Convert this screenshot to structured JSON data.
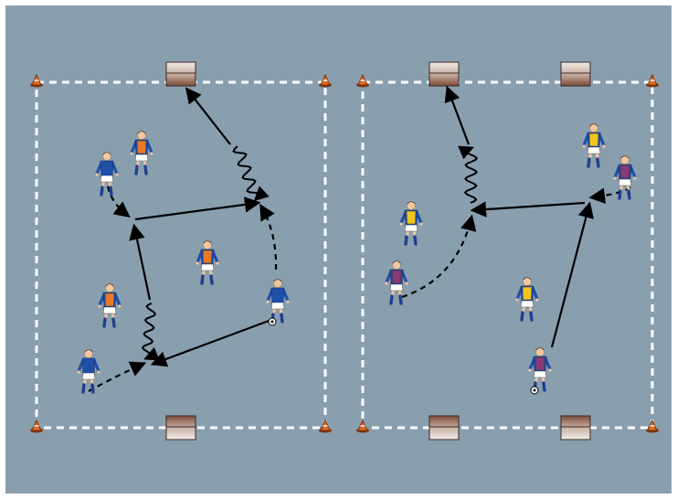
{
  "colors": {
    "pitch": "#8a9fae",
    "pitch_border": "#ffffff",
    "field_line": "#ffffff",
    "arrow": "#000000",
    "cone": "#e06a1e",
    "goal_top": "#8a5a47",
    "goal_bottom": "#e9e2dc",
    "team_blue_shirt": "#1f4fa8",
    "bib_orange": "#e8772a",
    "bib_yellow": "#f0c420",
    "bib_purple": "#8a3a78",
    "shorts": "#ffffff",
    "socks": "#1f3f8f",
    "skin": "#f0c7a0",
    "hair": "#3a2a1e"
  },
  "icons": {
    "cone": "training-cone-icon",
    "goal": "mini-goal-icon",
    "ball": "soccer-ball-icon",
    "player": "player-figure-icon"
  },
  "fields": [
    {
      "id": "left-grid",
      "name": "drill-area-left"
    },
    {
      "id": "right-grid",
      "name": "drill-area-right"
    }
  ],
  "players": [
    {
      "id": "L1",
      "field": "left",
      "team": "blue",
      "bib": "orange"
    },
    {
      "id": "L2",
      "field": "left",
      "team": "blue",
      "bib": "none"
    },
    {
      "id": "L3",
      "field": "left",
      "team": "blue",
      "bib": "orange"
    },
    {
      "id": "L4",
      "field": "left",
      "team": "blue",
      "bib": "orange"
    },
    {
      "id": "L5",
      "field": "left",
      "team": "blue",
      "bib": "none",
      "has_ball": true
    },
    {
      "id": "L6",
      "field": "left",
      "team": "blue",
      "bib": "none"
    },
    {
      "id": "R1",
      "field": "right",
      "team": "blue",
      "bib": "yellow"
    },
    {
      "id": "R2",
      "field": "right",
      "team": "blue",
      "bib": "purple"
    },
    {
      "id": "R3",
      "field": "right",
      "team": "blue",
      "bib": "yellow"
    },
    {
      "id": "R4",
      "field": "right",
      "team": "blue",
      "bib": "purple"
    },
    {
      "id": "R5",
      "field": "right",
      "team": "blue",
      "bib": "yellow"
    },
    {
      "id": "R6",
      "field": "right",
      "team": "blue",
      "bib": "purple",
      "has_ball": true
    }
  ],
  "movements": [
    {
      "id": "m1",
      "type": "pass"
    },
    {
      "id": "m2",
      "type": "pass"
    },
    {
      "id": "m3",
      "type": "pass"
    },
    {
      "id": "m4",
      "type": "pass"
    },
    {
      "id": "m5",
      "type": "dribble"
    },
    {
      "id": "m6",
      "type": "dribble"
    },
    {
      "id": "m7",
      "type": "run"
    },
    {
      "id": "m8",
      "type": "run"
    },
    {
      "id": "m9",
      "type": "run"
    },
    {
      "id": "m10",
      "type": "pass"
    },
    {
      "id": "m11",
      "type": "pass"
    },
    {
      "id": "m12",
      "type": "pass"
    },
    {
      "id": "m13",
      "type": "dribble"
    },
    {
      "id": "m14",
      "type": "run"
    },
    {
      "id": "m15",
      "type": "run"
    }
  ]
}
